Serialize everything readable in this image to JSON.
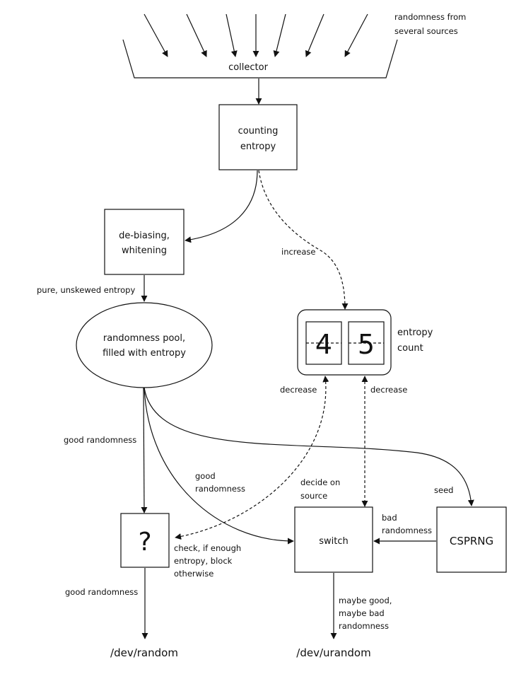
{
  "sources_label": [
    "randomness from",
    "several sources"
  ],
  "collector": "collector",
  "counting": [
    "counting",
    "entropy"
  ],
  "debias": [
    "de-biasing,",
    "whitening"
  ],
  "pure_label": "pure, unskewed entropy",
  "pool": [
    "randomness pool,",
    "filled with entropy"
  ],
  "increase_label": "increase",
  "counter": {
    "digits": [
      "4",
      "5"
    ],
    "label": [
      "entropy",
      "count"
    ]
  },
  "decrease_left": "decrease",
  "decrease_right": "decrease",
  "good_randomness_left": "good randomness",
  "good_randomness_mid": [
    "good",
    "randomness"
  ],
  "decide_label": [
    "decide on",
    "source"
  ],
  "seed_label": "seed",
  "bad_randomness_label": [
    "bad",
    "randomness"
  ],
  "question": "?",
  "check_label": [
    "check, if enough",
    "entropy, block",
    "otherwise"
  ],
  "switch": "switch",
  "csprng": "CSPRNG",
  "good_randomness_bottom": "good randomness",
  "maybe_label": [
    "maybe good,",
    "maybe bad",
    "randomness"
  ],
  "dev_random": "/dev/random",
  "dev_urandom": "/dev/urandom"
}
